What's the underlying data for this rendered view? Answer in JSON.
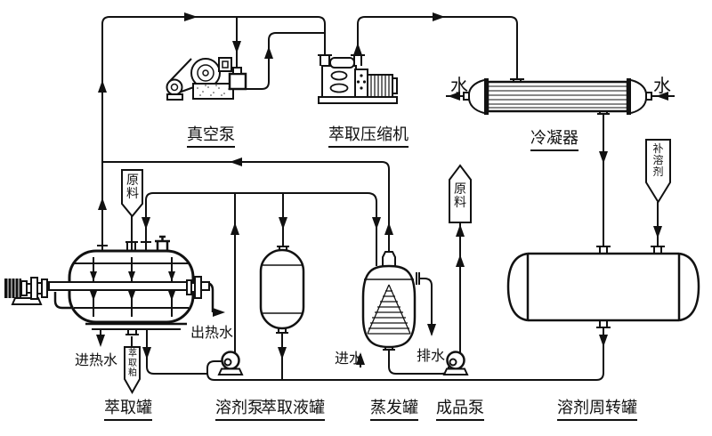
{
  "diagram": {
    "equipment": {
      "vacuum_pump": "真空泵",
      "compressor": "萃取压缩机",
      "condenser": "冷凝器",
      "extraction_tank": "萃取罐",
      "solvent_pump": "溶剂泵",
      "extract_tank": "萃取液罐",
      "evaporator": "蒸发罐",
      "product_pump": "成品泵",
      "solvent_storage_tank": "溶剂周转罐"
    },
    "streams": {
      "water_left": "水",
      "water_right": "水",
      "hot_water_in": "进热水",
      "hot_water_out": "出热水",
      "water_in": "进水",
      "water_drain": "排水"
    },
    "banners": {
      "raw_material_feed": "原料",
      "raw_material_out": "原料",
      "extraction_meal": "萃取粕",
      "makeup_solvent": "补溶剂"
    },
    "line_color": "#111111",
    "background_color": "#ffffff"
  }
}
